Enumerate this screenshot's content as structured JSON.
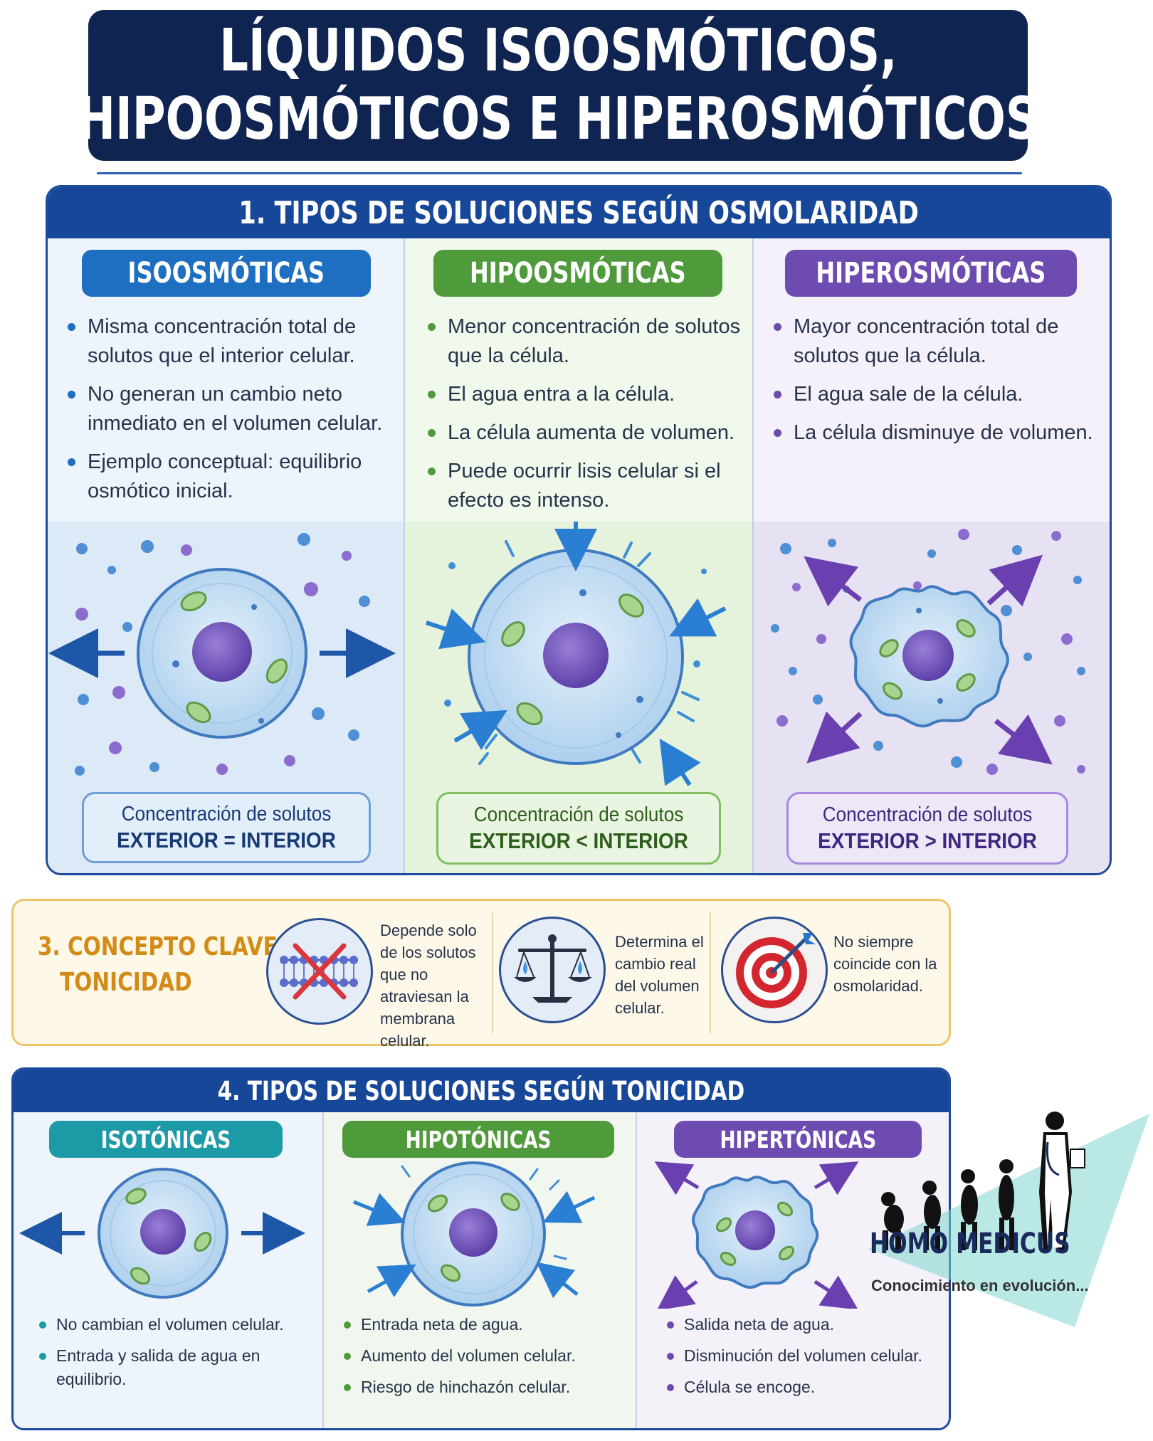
{
  "title": {
    "line1": "LÍQUIDOS ISOOSMÓTICOS,",
    "line2": "HIPOOSMÓTICOS E HIPEROSMÓTICOS"
  },
  "colors": {
    "navy": "#0f2450",
    "blue": "#1e6fc2",
    "green": "#4f9a3a",
    "purple": "#6e4bb0",
    "teal": "#1c9aa6",
    "orange": "#d38b18"
  },
  "section1": {
    "header": "1. TIPOS DE SOLUCIONES SEGÚN OSMOLARIDAD",
    "iso": {
      "label": "ISOOSMÓTICAS",
      "bullets": [
        "Misma concentración total de solutos que el interior celular.",
        "No generan un cambio neto inmediato en el volumen celular.",
        "Ejemplo conceptual: equilibrio osmótico inicial."
      ],
      "conc_label": "Concentración de solutos",
      "conc_value": "EXTERIOR = INTERIOR"
    },
    "hipo": {
      "label": "HIPOOSMÓTICAS",
      "bullets": [
        "Menor concentración de solutos que la célula.",
        "El agua entra a la célula.",
        "La célula aumenta de volumen.",
        "Puede ocurrir lisis celular si el efecto es intenso."
      ],
      "conc_label": "Concentración de solutos",
      "conc_value": "EXTERIOR < INTERIOR"
    },
    "hiper": {
      "label": "HIPEROSMÓTICAS",
      "bullets": [
        "Mayor concentración total de solutos que la célula.",
        "El agua sale de la célula.",
        "La célula disminuye de volumen."
      ],
      "conc_label": "Concentración de solutos",
      "conc_value": "EXTERIOR > INTERIOR"
    }
  },
  "section3": {
    "title_line1": "3. CONCEPTO CLAVE:",
    "title_line2": "TONICIDAD",
    "items": [
      {
        "icon": "membrane-crossed-icon",
        "text": "Depende solo de los solutos que no atraviesan la membrana celular."
      },
      {
        "icon": "balance-scale-icon",
        "text": "Determina el cambio real del volumen celular."
      },
      {
        "icon": "target-dart-icon",
        "text": "No siempre coincide con la osmolaridad."
      }
    ]
  },
  "section4": {
    "header": "4. TIPOS DE SOLUCIONES SEGÚN TONICIDAD",
    "iso": {
      "label": "ISOTÓNICAS",
      "bullets": [
        "No cambian el volumen celular.",
        "Entrada y salida de agua en equilibrio."
      ]
    },
    "hipo": {
      "label": "HIPOTÓNICAS",
      "bullets": [
        "Entrada neta de agua.",
        "Aumento del volumen celular.",
        "Riesgo de hinchazón celular."
      ]
    },
    "hiper": {
      "label": "HIPERTÓNICAS",
      "bullets": [
        "Salida neta de agua.",
        "Disminución del volumen celular.",
        "Célula se encoge."
      ]
    }
  },
  "logo": {
    "name": "HOMO MEDICUS",
    "tagline": "Conocimiento en evolución..."
  }
}
